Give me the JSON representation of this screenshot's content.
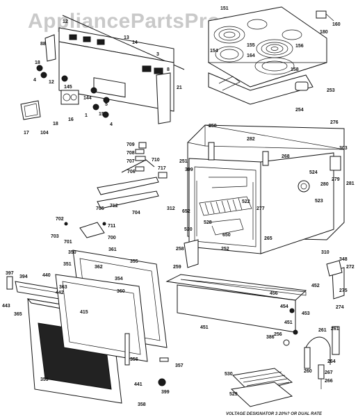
{
  "watermark": "AppliancePartsPros.com",
  "footer_note": "VOLTAGE DESIGNATOR 3 20%? OR DUAL RATE",
  "callouts": [
    {
      "id": "c151",
      "text": "151"
    },
    {
      "id": "c160",
      "text": "160"
    },
    {
      "id": "c180",
      "text": "180"
    },
    {
      "id": "c154",
      "text": "154"
    },
    {
      "id": "c155",
      "text": "155"
    },
    {
      "id": "c156",
      "text": "156"
    },
    {
      "id": "c164",
      "text": "164"
    },
    {
      "id": "c158",
      "text": "158"
    },
    {
      "id": "c253",
      "text": "253"
    },
    {
      "id": "c254",
      "text": "254"
    },
    {
      "id": "c276",
      "text": "276"
    },
    {
      "id": "c250",
      "text": "250"
    },
    {
      "id": "c303",
      "text": "303"
    },
    {
      "id": "c251",
      "text": "251"
    },
    {
      "id": "c309",
      "text": "309"
    },
    {
      "id": "c282",
      "text": "282"
    },
    {
      "id": "c268",
      "text": "268"
    },
    {
      "id": "c281",
      "text": "281"
    },
    {
      "id": "c524",
      "text": "524"
    },
    {
      "id": "c280",
      "text": "280"
    },
    {
      "id": "c279",
      "text": "279"
    },
    {
      "id": "c523",
      "text": "523"
    },
    {
      "id": "c277",
      "text": "277"
    },
    {
      "id": "c312",
      "text": "312"
    },
    {
      "id": "c652",
      "text": "652"
    },
    {
      "id": "c520",
      "text": "520"
    },
    {
      "id": "c528",
      "text": "528"
    },
    {
      "id": "c650",
      "text": "650"
    },
    {
      "id": "c522",
      "text": "522"
    },
    {
      "id": "c265",
      "text": "265"
    },
    {
      "id": "c258",
      "text": "258"
    },
    {
      "id": "c252",
      "text": "252"
    },
    {
      "id": "c259",
      "text": "259"
    },
    {
      "id": "c310",
      "text": "310"
    },
    {
      "id": "c348",
      "text": "348"
    },
    {
      "id": "c272",
      "text": "272"
    },
    {
      "id": "c452",
      "text": "452"
    },
    {
      "id": "c456",
      "text": "456"
    },
    {
      "id": "c275",
      "text": "275"
    },
    {
      "id": "c274",
      "text": "274"
    },
    {
      "id": "c454",
      "text": "454"
    },
    {
      "id": "c453",
      "text": "453"
    },
    {
      "id": "c451a",
      "text": "451"
    },
    {
      "id": "c451b",
      "text": "451"
    },
    {
      "id": "c386",
      "text": "386"
    },
    {
      "id": "c256",
      "text": "256"
    },
    {
      "id": "c261a",
      "text": "261"
    },
    {
      "id": "c261b",
      "text": "261"
    },
    {
      "id": "c260",
      "text": "260"
    },
    {
      "id": "c264",
      "text": "264"
    },
    {
      "id": "c267",
      "text": "267"
    },
    {
      "id": "c266",
      "text": "266"
    },
    {
      "id": "c530",
      "text": "530"
    },
    {
      "id": "c529",
      "text": "529"
    },
    {
      "id": "c88",
      "text": "88"
    },
    {
      "id": "c12a",
      "text": "12"
    },
    {
      "id": "c13",
      "text": "13"
    },
    {
      "id": "c14",
      "text": "14"
    },
    {
      "id": "c3",
      "text": "3"
    },
    {
      "id": "c18",
      "text": "18"
    },
    {
      "id": "c8",
      "text": "8"
    },
    {
      "id": "c21",
      "text": "21"
    },
    {
      "id": "c4a",
      "text": "4"
    },
    {
      "id": "c12b",
      "text": "12"
    },
    {
      "id": "c145",
      "text": "145"
    },
    {
      "id": "c144",
      "text": "144"
    },
    {
      "id": "c16",
      "text": "16"
    },
    {
      "id": "c15",
      "text": "15"
    },
    {
      "id": "c1",
      "text": "1"
    },
    {
      "id": "c4b",
      "text": "4"
    },
    {
      "id": "c5",
      "text": "5"
    },
    {
      "id": "c17",
      "text": "17"
    },
    {
      "id": "c104",
      "text": "104"
    },
    {
      "id": "c18b",
      "text": "18"
    },
    {
      "id": "c709",
      "text": "709"
    },
    {
      "id": "c708",
      "text": "708"
    },
    {
      "id": "c707",
      "text": "707"
    },
    {
      "id": "c710",
      "text": "710"
    },
    {
      "id": "c706",
      "text": "706"
    },
    {
      "id": "c717",
      "text": "717"
    },
    {
      "id": "c705",
      "text": "705"
    },
    {
      "id": "c712",
      "text": "712"
    },
    {
      "id": "c704",
      "text": "704"
    },
    {
      "id": "c702",
      "text": "702"
    },
    {
      "id": "c711",
      "text": "711"
    },
    {
      "id": "c703",
      "text": "703"
    },
    {
      "id": "c701",
      "text": "701"
    },
    {
      "id": "c700",
      "text": "700"
    },
    {
      "id": "c350",
      "text": "350"
    },
    {
      "id": "c361",
      "text": "361"
    },
    {
      "id": "c355",
      "text": "355"
    },
    {
      "id": "c397",
      "text": "397"
    },
    {
      "id": "c351",
      "text": "351"
    },
    {
      "id": "c394",
      "text": "394"
    },
    {
      "id": "c362",
      "text": "362"
    },
    {
      "id": "c354",
      "text": "354"
    },
    {
      "id": "c440",
      "text": "440"
    },
    {
      "id": "c363",
      "text": "363"
    },
    {
      "id": "c442",
      "text": "442"
    },
    {
      "id": "c360",
      "text": "360"
    },
    {
      "id": "c443",
      "text": "443"
    },
    {
      "id": "c365",
      "text": "365"
    },
    {
      "id": "c415",
      "text": "415"
    },
    {
      "id": "c356",
      "text": "356"
    },
    {
      "id": "c357",
      "text": "357"
    },
    {
      "id": "c359",
      "text": "359"
    },
    {
      "id": "c441",
      "text": "441"
    },
    {
      "id": "c399",
      "text": "399"
    },
    {
      "id": "c358",
      "text": "358"
    }
  ]
}
